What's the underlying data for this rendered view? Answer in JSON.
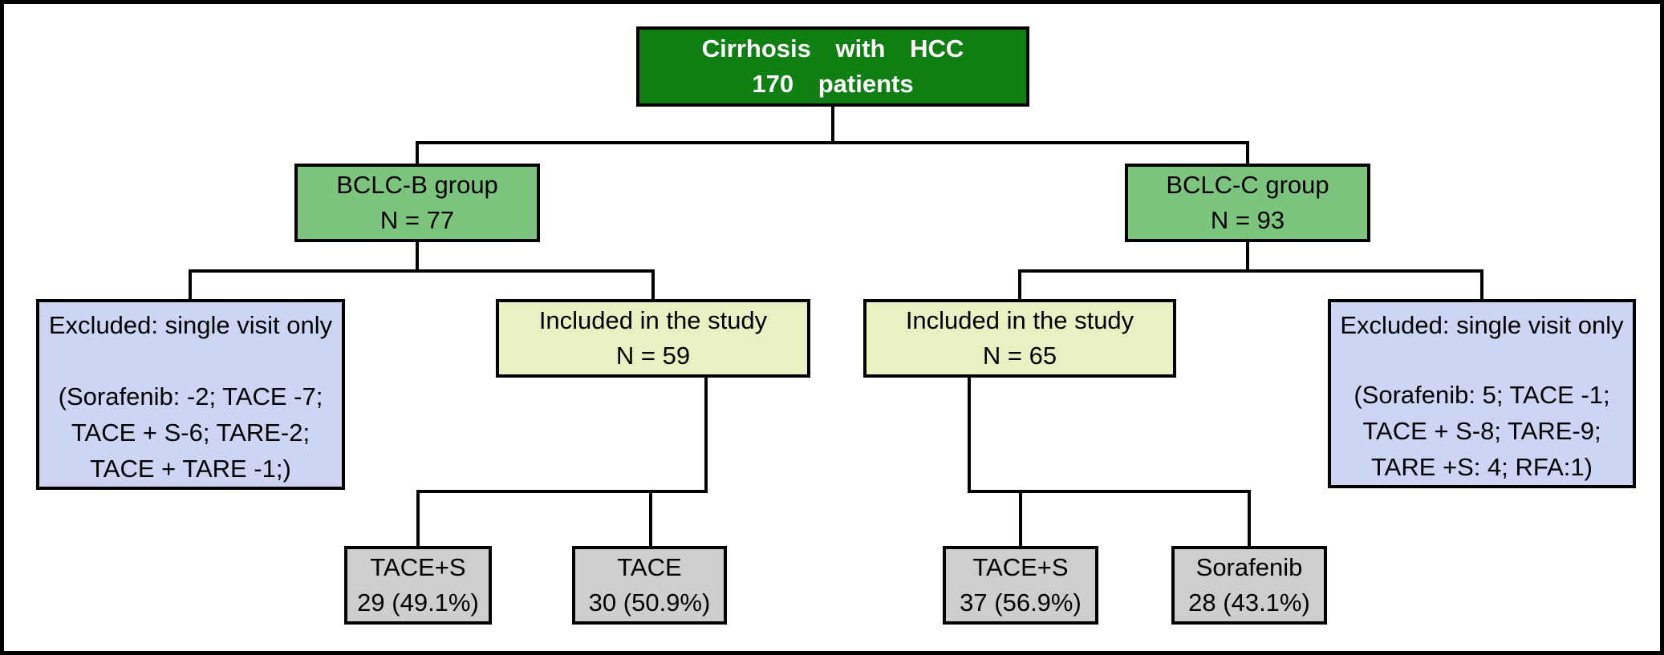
{
  "colors": {
    "root_box": "#0f7e13",
    "group_box": "#7dc57f",
    "included_box": "#e9f0c2",
    "excluded_box": "#cdd4f4",
    "treatment_box": "#cecece",
    "connector": "#000000",
    "text_dark": "#000000",
    "text_light": "#ffffff",
    "background": "#ffffff"
  },
  "nodes": {
    "root": {
      "line1": "Cirrhosis with HCC",
      "line2": "170 patients"
    },
    "bclc_b": {
      "line1": "BCLC-B group",
      "line2": "N = 77"
    },
    "bclc_c": {
      "line1": "BCLC-C group",
      "line2": "N = 93"
    },
    "excluded_b": {
      "title": "Excluded: single visit only",
      "detail1": "(Sorafenib: -2; TACE -7;",
      "detail2": "TACE + S-6; TARE-2;",
      "detail3": "TACE + TARE -1;)"
    },
    "included_b": {
      "line1": "Included in the study",
      "line2": "N = 59"
    },
    "included_c": {
      "line1": "Included in the study",
      "line2": "N = 65"
    },
    "excluded_c": {
      "title": "Excluded: single visit only",
      "detail1": "(Sorafenib: 5; TACE -1;",
      "detail2": "TACE + S-8; TARE-9;",
      "detail3": "TARE +S: 4; RFA:1)"
    },
    "tace_s_b": {
      "line1": "TACE+S",
      "line2": "29 (49.1%)"
    },
    "tace_b": {
      "line1": "TACE",
      "line2": "30 (50.9%)"
    },
    "tace_s_c": {
      "line1": "TACE+S",
      "line2": "37 (56.9%)"
    },
    "sorafenib_c": {
      "line1": "Sorafenib",
      "line2": "28 (43.1%)"
    }
  },
  "edges": [
    {
      "from": "root",
      "to": "bclc_b"
    },
    {
      "from": "root",
      "to": "bclc_c"
    },
    {
      "from": "bclc_b",
      "to": "excluded_b"
    },
    {
      "from": "bclc_b",
      "to": "included_b"
    },
    {
      "from": "bclc_c",
      "to": "included_c"
    },
    {
      "from": "bclc_c",
      "to": "excluded_c"
    },
    {
      "from": "included_b",
      "to": "tace_s_b"
    },
    {
      "from": "included_b",
      "to": "tace_b"
    },
    {
      "from": "included_c",
      "to": "tace_s_c"
    },
    {
      "from": "included_c",
      "to": "sorafenib_c"
    }
  ]
}
